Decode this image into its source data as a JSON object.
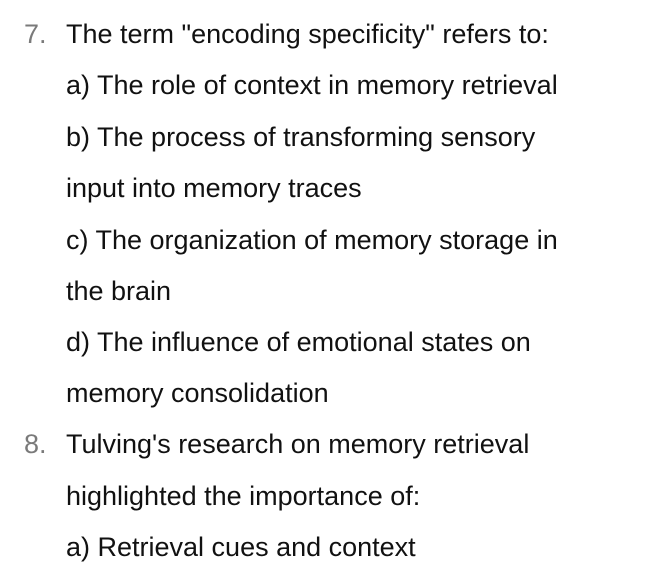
{
  "questions": [
    {
      "number": "7.",
      "stem": [
        "The term \"encoding specificity\" refers to:"
      ],
      "options": [
        [
          "a) The role of context in memory retrieval"
        ],
        [
          "b) The process of transforming sensory",
          "input into memory traces"
        ],
        [
          "c) The organization of memory storage in",
          "the brain"
        ],
        [
          "d) The influence of emotional states on",
          "memory consolidation"
        ]
      ]
    },
    {
      "number": "8.",
      "stem": [
        "Tulving's research on memory retrieval",
        "highlighted the importance of:"
      ],
      "options": [
        [
          "a) Retrieval cues and context"
        ]
      ]
    }
  ]
}
